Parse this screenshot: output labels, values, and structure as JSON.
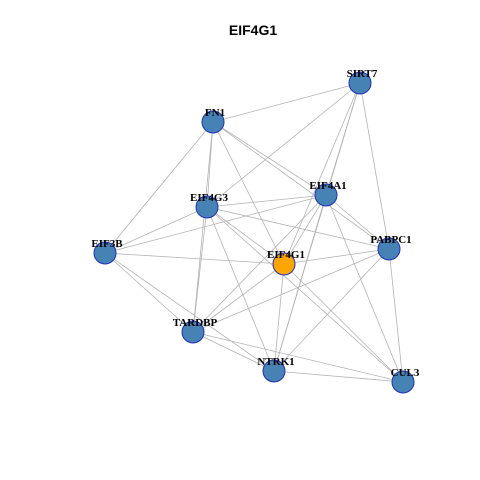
{
  "title": "EIF4G1",
  "colors": {
    "default_node": "#4682b4",
    "highlight_node": "#ffa500",
    "node_border": "#1f2fbf",
    "edge": "#b3b3b3"
  },
  "nodes": [
    {
      "id": "SIRT7",
      "label": "SIRT7",
      "highlight": false
    },
    {
      "id": "FN1",
      "label": "FN1",
      "highlight": false
    },
    {
      "id": "EIF4A1",
      "label": "EIF4A1",
      "highlight": false
    },
    {
      "id": "EIF4G3",
      "label": "EIF4G3",
      "highlight": false
    },
    {
      "id": "PABPC1",
      "label": "PABPC1",
      "highlight": false
    },
    {
      "id": "EIF3B",
      "label": "EIF3B",
      "highlight": false
    },
    {
      "id": "EIF4G1",
      "label": "EIF4G1",
      "highlight": true
    },
    {
      "id": "TARDBP",
      "label": "TARDBP",
      "highlight": false
    },
    {
      "id": "NTRK1",
      "label": "NTRK1",
      "highlight": false
    },
    {
      "id": "CUL3",
      "label": "CUL3",
      "highlight": false
    }
  ],
  "edges": [
    [
      "SIRT7",
      "FN1"
    ],
    [
      "SIRT7",
      "EIF4A1"
    ],
    [
      "SIRT7",
      "EIF4G3"
    ],
    [
      "SIRT7",
      "PABPC1"
    ],
    [
      "SIRT7",
      "EIF4G1"
    ],
    [
      "SIRT7",
      "NTRK1"
    ],
    [
      "FN1",
      "EIF4A1"
    ],
    [
      "FN1",
      "PABPC1"
    ],
    [
      "FN1",
      "EIF3B"
    ],
    [
      "FN1",
      "EIF4G3"
    ],
    [
      "FN1",
      "TARDBP"
    ],
    [
      "FN1",
      "EIF4G1"
    ],
    [
      "EIF4A1",
      "EIF4G3"
    ],
    [
      "EIF4A1",
      "EIF3B"
    ],
    [
      "EIF4A1",
      "PABPC1"
    ],
    [
      "EIF4A1",
      "CUL3"
    ],
    [
      "EIF4A1",
      "TARDBP"
    ],
    [
      "EIF4A1",
      "EIF4G1"
    ],
    [
      "EIF4A1",
      "NTRK1"
    ],
    [
      "EIF4G3",
      "EIF3B"
    ],
    [
      "EIF4G3",
      "PABPC1"
    ],
    [
      "EIF4G3",
      "TARDBP"
    ],
    [
      "EIF4G3",
      "NTRK1"
    ],
    [
      "EIF4G3",
      "EIF4G1"
    ],
    [
      "EIF4G3",
      "CUL3"
    ],
    [
      "EIF3B",
      "EIF4G1"
    ],
    [
      "EIF3B",
      "TARDBP"
    ],
    [
      "EIF3B",
      "NTRK1"
    ],
    [
      "PABPC1",
      "EIF4G1"
    ],
    [
      "PABPC1",
      "TARDBP"
    ],
    [
      "PABPC1",
      "NTRK1"
    ],
    [
      "PABPC1",
      "CUL3"
    ],
    [
      "EIF4G1",
      "TARDBP"
    ],
    [
      "EIF4G1",
      "NTRK1"
    ],
    [
      "EIF4G1",
      "CUL3"
    ],
    [
      "TARDBP",
      "NTRK1"
    ],
    [
      "TARDBP",
      "CUL3"
    ],
    [
      "NTRK1",
      "CUL3"
    ]
  ]
}
